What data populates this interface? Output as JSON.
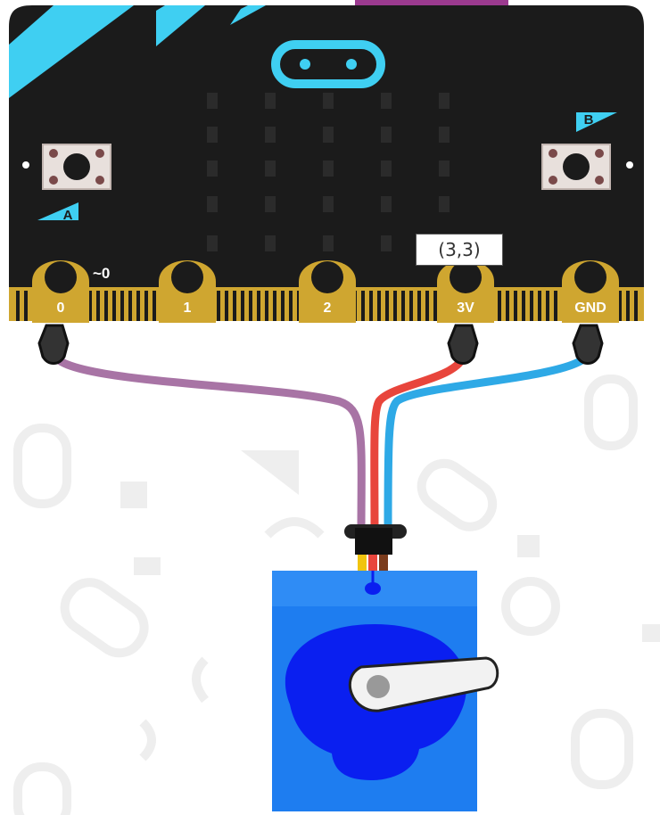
{
  "colors": {
    "board": "#1b1b1b",
    "accent": "#3fcff2",
    "gold": "#cfa630",
    "wire_signal": "#a874a5",
    "wire_power": "#e8453c",
    "wire_ground": "#2ea9e6",
    "servo_light": "#1e7df0",
    "servo_dark": "#0a1ff0"
  },
  "board": {
    "button_a_label": "A",
    "button_b_label": "B",
    "pwm_label": "~0",
    "pins": [
      {
        "label": "0"
      },
      {
        "label": "1"
      },
      {
        "label": "2"
      },
      {
        "label": "3V"
      },
      {
        "label": "GND"
      }
    ]
  },
  "tooltip": {
    "text": "(3,3)"
  },
  "icons": {
    "logo": "microbit-logo-icon",
    "arm": "servo-arm-icon"
  }
}
